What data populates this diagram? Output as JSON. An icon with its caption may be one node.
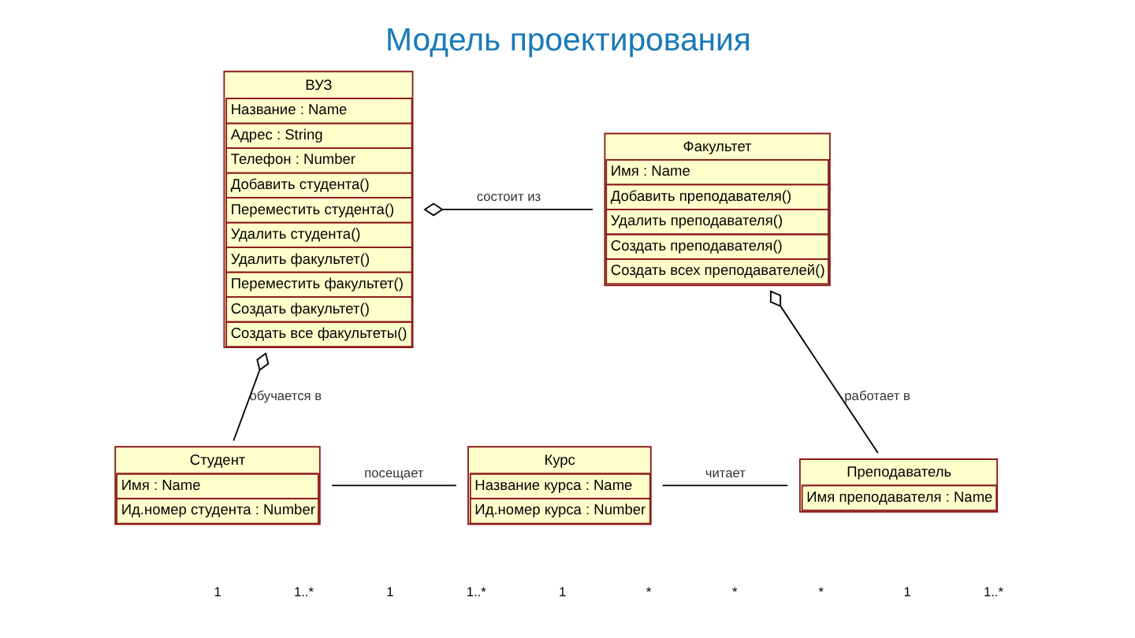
{
  "diagram": {
    "title": "Модель проектирования",
    "nodes": [
      {
        "text": [
          "ВУЗ",
          "Название : Name",
          "Адрес : String",
          "Телефон : Number",
          "Добавить студента()",
          "Переместить студента()",
          "Удалить студента()",
          "Удалить факультет()",
          "Переместить факультет()",
          "Создать факультет()",
          "Создать все факультеты()"
        ]
      },
      {
        "text": [
          "Факультет",
          "Имя : Name",
          "Добавить преподавателя()",
          "Удалить преподавателя()",
          "Создать преподавателя()",
          "Создать всех преподавателей()"
        ]
      },
      {
        "text": [
          "Студент",
          "Имя : Name",
          "Ид.номер студента : Number"
        ]
      },
      {
        "text": [
          "Курс",
          "Название курса : Name",
          "Ид.номер курса : Number"
        ]
      },
      {
        "text": [
          "Преподаватель",
          "Имя преподавателя : Name"
        ]
      }
    ],
    "edges": [
      {
        "from": 0,
        "to": 1,
        "arrow": "other",
        "label": "состоит из"
      },
      {
        "from": 0,
        "to": 2,
        "arrow": "other",
        "label": "обучается в"
      },
      {
        "from": 2,
        "to": 3,
        "arrow": "none",
        "label": "посещает"
      },
      {
        "from": 3,
        "to": 4,
        "arrow": "none",
        "label": "читает"
      },
      {
        "from": 1,
        "to": 4,
        "arrow": "other",
        "label": "работает в"
      }
    ],
    "labels": [
      "1",
      "1..*",
      "1",
      "1..*",
      "1",
      "*",
      "*",
      "*",
      "1",
      "1..*"
    ]
  }
}
